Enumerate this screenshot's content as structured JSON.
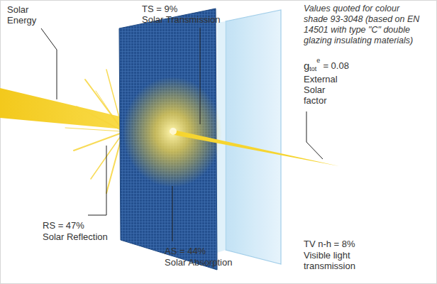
{
  "diagram": {
    "labels": [
      "Solar Energy",
      "TS = 9%",
      "Solar Transmission",
      "Values quoted for colour shade 93-3048 (based on EN 14501 with type \"C\" double glazing insulating materials)",
      "g",
      "tot",
      "e",
      "= 0.08",
      "External Solar factor",
      "RS = 47%",
      "Solar Reflection",
      "TV n-h = 8%",
      "Visible light transmission",
      "AS = 44%",
      "Solar Absorption"
    ]
  }
}
